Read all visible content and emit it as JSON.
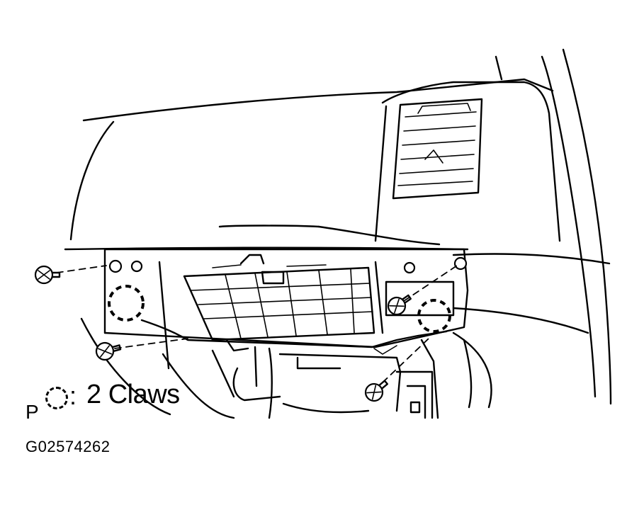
{
  "legend": {
    "marker": "P",
    "separator": ":",
    "text": "2 Claws"
  },
  "figure_code": "G02574262"
}
